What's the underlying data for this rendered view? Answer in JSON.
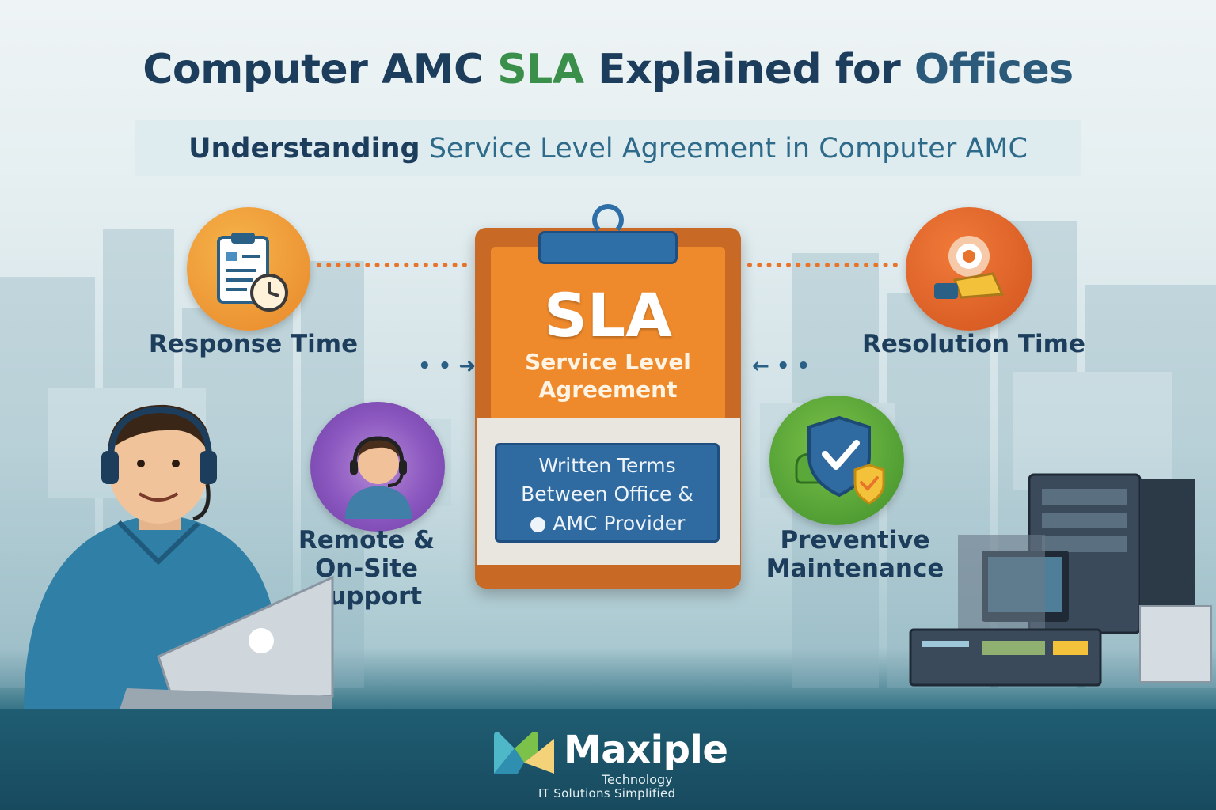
{
  "header": {
    "title_part1": "Computer AMC ",
    "title_part2": "SLA",
    "title_part3": " Explained for ",
    "title_part4": "Offices",
    "subtitle_bold": "Understanding",
    "subtitle_rest": " Service Level Agreement in Computer AMC"
  },
  "features": {
    "response_time": "Response Time",
    "resolution_time": "Resolution Time",
    "remote_support_line1": "Remote &",
    "remote_support_line2": "On-Site",
    "remote_support_line3": "Support",
    "preventive_line1": "Preventive",
    "preventive_line2": "Maintenance"
  },
  "clipboard": {
    "heading": "SLA",
    "sub_line1": "Service Level",
    "sub_line2": "Agreement",
    "terms_line1": "Written Terms",
    "terms_line2": "Between Office &",
    "terms_line3": "AMC Provider"
  },
  "footer": {
    "brand": "Maxiple",
    "sub1": "Technology",
    "sub2": "IT  Solutions Simplified"
  },
  "colors": {
    "title": "#1d3d5c",
    "accent_green": "#3a8f4a",
    "orange": "#ef8a2c",
    "blue": "#2f6aa0",
    "footer": "#1f5d73"
  },
  "icons": [
    "clipboard-clock-icon",
    "alarm-siren-icon",
    "headset-agent-icon",
    "shield-check-icon",
    "maxiple-logo-icon"
  ]
}
